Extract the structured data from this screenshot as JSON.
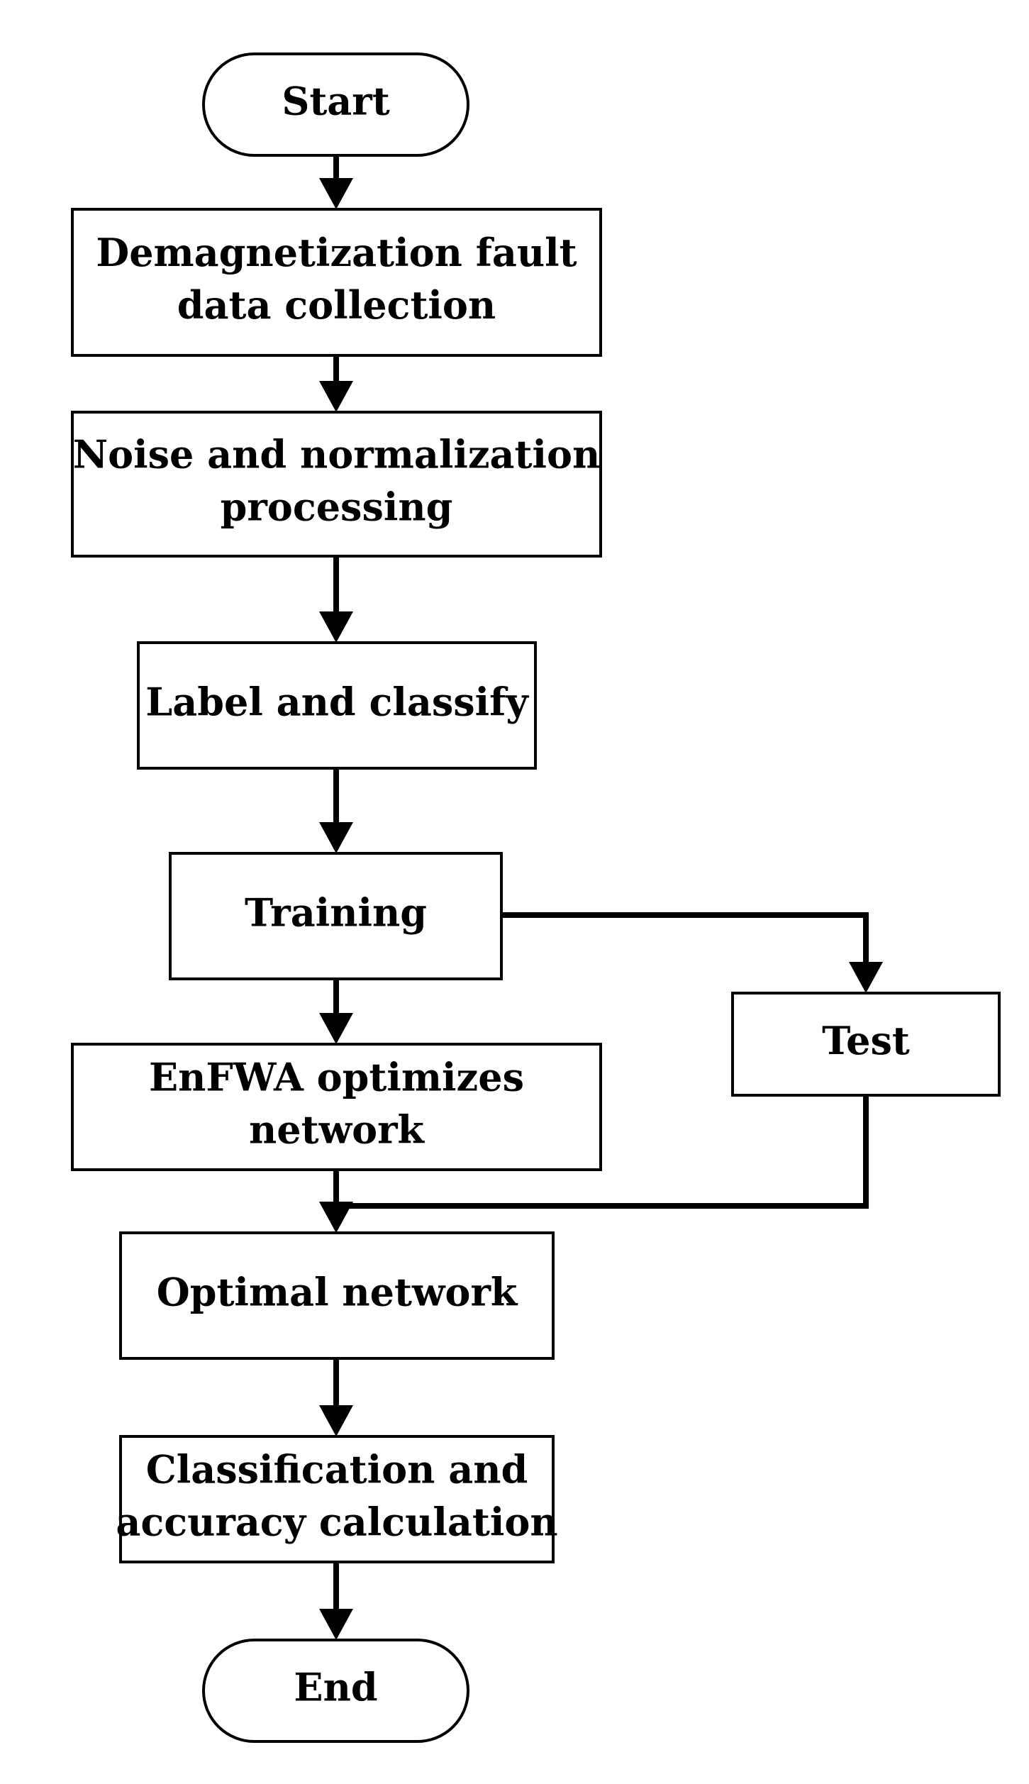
{
  "flowchart": {
    "nodes": [
      {
        "id": "start",
        "shape": "terminal",
        "lines": [
          "Start"
        ]
      },
      {
        "id": "collect",
        "shape": "process",
        "lines": [
          "Demagnetization fault",
          "data collection"
        ]
      },
      {
        "id": "noise",
        "shape": "process",
        "lines": [
          "Noise and normalization",
          "processing"
        ]
      },
      {
        "id": "label",
        "shape": "process",
        "lines": [
          "Label and classify"
        ]
      },
      {
        "id": "training",
        "shape": "process",
        "lines": [
          "Training"
        ]
      },
      {
        "id": "test",
        "shape": "process",
        "lines": [
          "Test"
        ]
      },
      {
        "id": "enfwa",
        "shape": "process",
        "lines": [
          "EnFWA optimizes",
          "network"
        ]
      },
      {
        "id": "optimal",
        "shape": "process",
        "lines": [
          "Optimal network"
        ]
      },
      {
        "id": "classify",
        "shape": "process",
        "lines": [
          "Classification and",
          "accuracy calculation"
        ]
      },
      {
        "id": "end",
        "shape": "terminal",
        "lines": [
          "End"
        ]
      }
    ],
    "edges": [
      {
        "from": "start",
        "to": "collect"
      },
      {
        "from": "collect",
        "to": "noise"
      },
      {
        "from": "noise",
        "to": "label"
      },
      {
        "from": "label",
        "to": "training"
      },
      {
        "from": "training",
        "to": "enfwa"
      },
      {
        "from": "training",
        "to": "test"
      },
      {
        "from": "enfwa",
        "to": "optimal"
      },
      {
        "from": "test",
        "to": "optimal"
      },
      {
        "from": "optimal",
        "to": "classify"
      },
      {
        "from": "classify",
        "to": "end"
      }
    ]
  }
}
